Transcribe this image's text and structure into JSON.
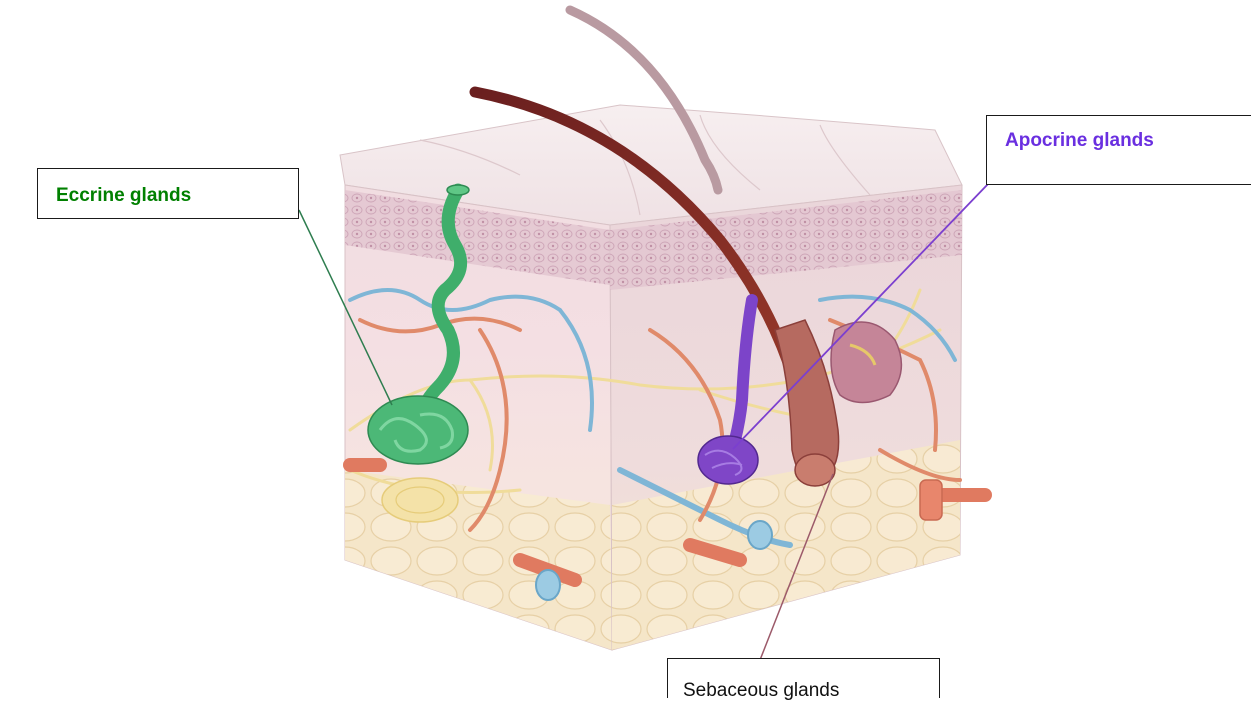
{
  "labels": {
    "eccrine": "Eccrine glands",
    "apocrine": "Apocrine glands",
    "sebaceous": "Sebaceous glands"
  },
  "colors": {
    "eccrine_text": "#008000",
    "eccrine_line": "#2e7d4f",
    "apocrine_text": "#6a2fe0",
    "apocrine_line": "#7b3fcf",
    "sebaceous_text": "#111111",
    "sebaceous_line": "#9c5a6a"
  }
}
